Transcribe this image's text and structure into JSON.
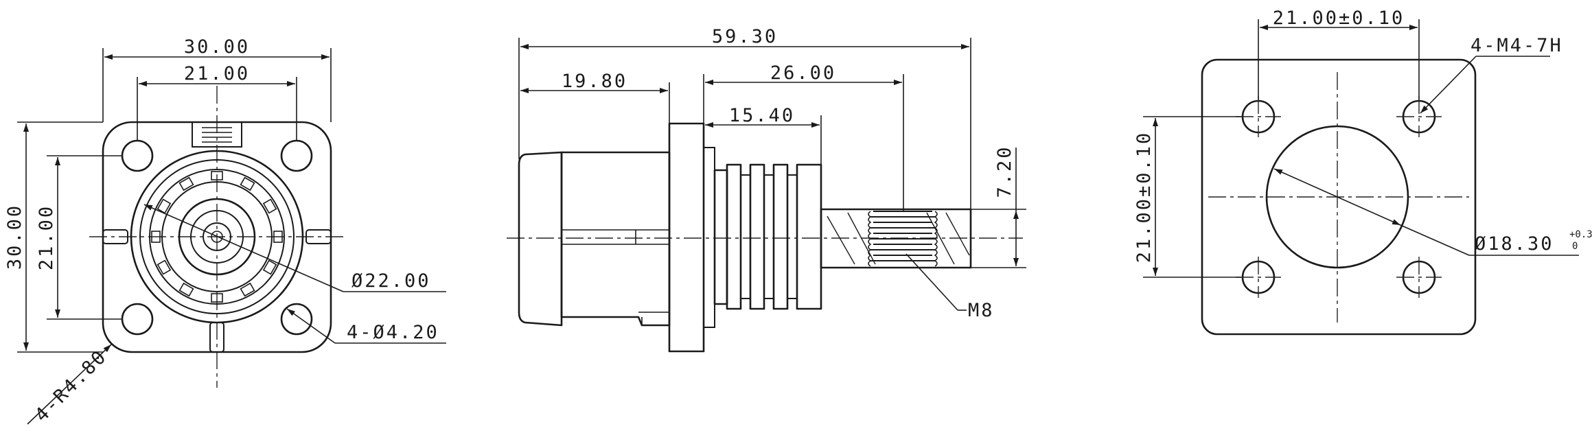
{
  "drawing": {
    "front_view": {
      "width_overall": "30.00",
      "width_holes": "21.00",
      "height_overall": "30.00",
      "height_holes": "21.00",
      "body_diameter": "Ø22.00",
      "hole_spec": "4-Ø4.20",
      "corner_radius": "4-R4.80"
    },
    "side_view": {
      "overall_length": "59.30",
      "front_length": "19.80",
      "stud_length": "26.00",
      "ring_length": "15.40",
      "stud_height": "7.20",
      "thread": "M8"
    },
    "panel_cutout": {
      "hole_spacing_x": "21.00±0.10",
      "hole_spacing_y": "21.00±0.10",
      "thread_spec": "4-M4-7H",
      "cutout_diameter": "Ø18.30",
      "tol_upper": "+0.30",
      "tol_lower": "0"
    }
  }
}
